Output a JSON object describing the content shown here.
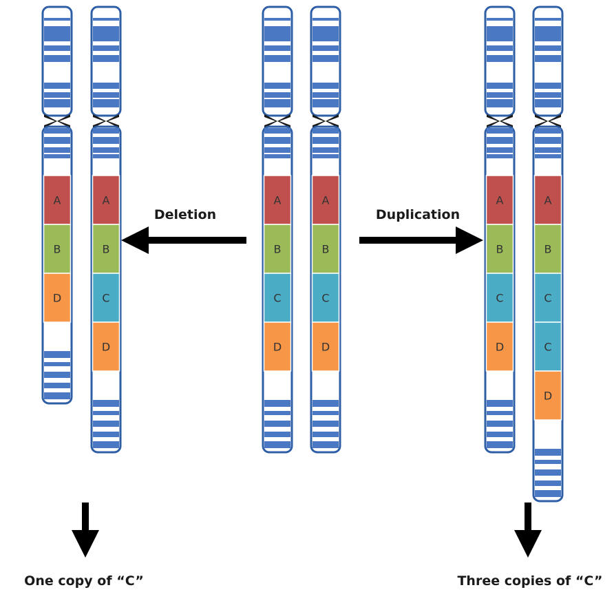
{
  "labels": {
    "deletion": "Deletion",
    "duplication": "Duplication",
    "one_copy": "One copy of “C”",
    "three_copies": "Three copies of “C”"
  },
  "colors": {
    "chromosome_blue": "#4a78c2",
    "outline": "#2e5fa6",
    "band_white": "#ffffff",
    "A": "#c0504d",
    "B": "#9bbb59",
    "C": "#4bacc6",
    "D": "#f79646",
    "arrow": "#000000"
  },
  "chromosomes": [
    {
      "name": "deletion-chromosome-1",
      "segments": [
        "A",
        "B",
        "D"
      ]
    },
    {
      "name": "deletion-chromosome-2",
      "segments": [
        "A",
        "B",
        "C",
        "D"
      ]
    },
    {
      "name": "normal-chromosome-1",
      "segments": [
        "A",
        "B",
        "C",
        "D"
      ]
    },
    {
      "name": "normal-chromosome-2",
      "segments": [
        "A",
        "B",
        "C",
        "D"
      ]
    },
    {
      "name": "duplication-chromosome-1",
      "segments": [
        "A",
        "B",
        "C",
        "D"
      ]
    },
    {
      "name": "duplication-chromosome-2",
      "segments": [
        "A",
        "B",
        "C",
        "C",
        "D"
      ]
    }
  ]
}
